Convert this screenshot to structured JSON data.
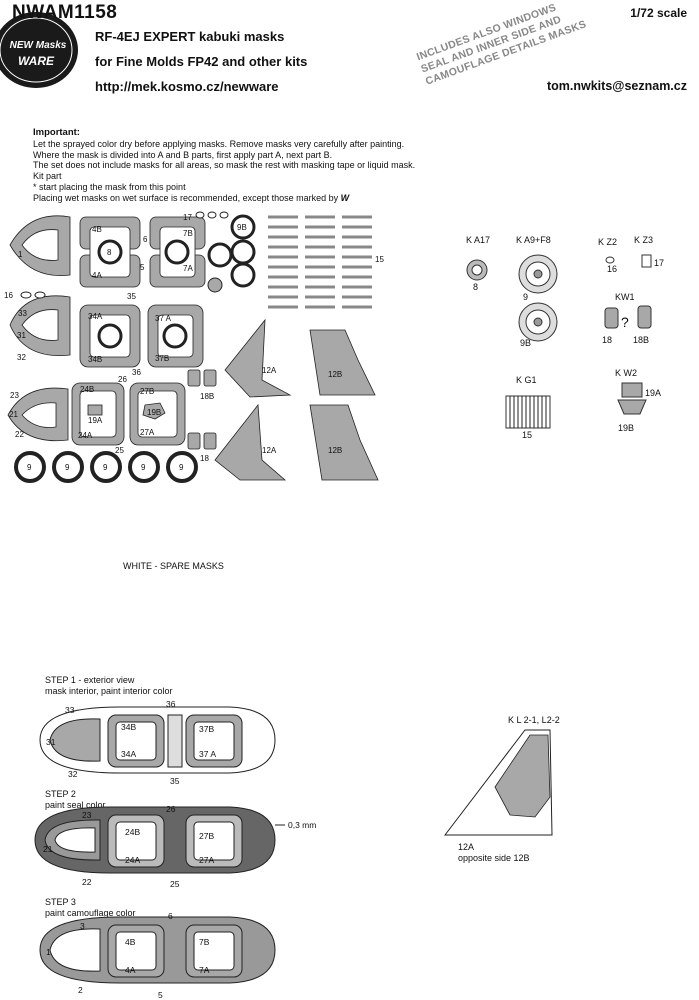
{
  "header": {
    "logo_line1": "NEW Masks",
    "logo_line2": "WARE",
    "code": "NWAM1158",
    "title": "RF-4EJ EXPERT kabuki masks",
    "subtitle": "for Fine Molds FP42 and other kits",
    "website": "http://mek.kosmo.cz/newware",
    "scale": "1/72 scale",
    "email": "tom.nwkits@seznam.cz",
    "stamp": [
      "INCLUDES ALSO WINDOWS",
      "SEAL AND INNER SIDE AND",
      "CAMOUFLAGE DETAILS MASKS"
    ]
  },
  "notes": {
    "heading": "Important:",
    "lines": [
      "Let the sprayed color dry before applying masks. Remove masks very carefully after painting.",
      "Where the mask is divided into A and B parts, first apply part A, next part B.",
      "The set does not include masks for all areas, so mask the rest with masking tape or liquid mask.",
      "Kit part",
      "* start placing the mask from this point",
      "Placing wet masks on wet surface is recommended, except those marked by"
    ]
  },
  "sheet_labels": {
    "p17": "17",
    "p9b": "9B",
    "p15": "15",
    "p4b": "4B",
    "p7b": "7B",
    "p6": "6",
    "p1": "1",
    "p4a": "4A",
    "p5": "5",
    "p7a": "7A",
    "p8": "8",
    "p16": "16",
    "p35": "35",
    "p33": "33",
    "p34a": "34A",
    "p37a": "37 A",
    "p31": "31",
    "p34b": "34B",
    "p37b": "37B",
    "p32": "32",
    "p36": "36",
    "p12a": "12A",
    "p12b": "12B",
    "p26": "26",
    "p23": "23",
    "p24b": "24B",
    "p27b": "27B",
    "p18b": "18B",
    "p21": "21",
    "p19a": "19A",
    "p19b": "19B",
    "p22": "22",
    "p24a": "24A",
    "p27a": "27A",
    "p25": "25",
    "p18": "18",
    "p9": "9",
    "p3": "3",
    "p2": "2"
  },
  "kit_parts": {
    "ka17": "K A17",
    "ka17_n": "8",
    "ka9": "K A9+F8",
    "ka9_n9": "9",
    "ka9_n9b": "9B",
    "kz2": "K Z2",
    "kz2_n": "16",
    "kz3": "K Z3",
    "kz3_n": "17",
    "kw1": "KW1",
    "kw1_n18": "18",
    "kw1_n18b": "18B",
    "question": "?",
    "kg1": "K G1",
    "kg1_n": "15",
    "kw2": "K W2",
    "kw2_n19a": "19A",
    "kw2_n19b": "19B"
  },
  "spare_label": "WHITE - SPARE MASKS",
  "steps": {
    "step1_title": "STEP 1 - exterior view",
    "step1_sub": "mask interior, paint interior color",
    "step2_title": "STEP 2",
    "step2_sub": "paint seal color",
    "step2_dim": "0,3 mm",
    "step3_title": "STEP 3",
    "step3_sub": "paint camouflage color"
  },
  "kl": {
    "title": "K L 2-1, L2-2",
    "label": "12A",
    "sub": "opposite side 12B"
  },
  "colors": {
    "mask_gray": "#a8a8a8",
    "line": "#222222",
    "stamp": "#888888"
  }
}
